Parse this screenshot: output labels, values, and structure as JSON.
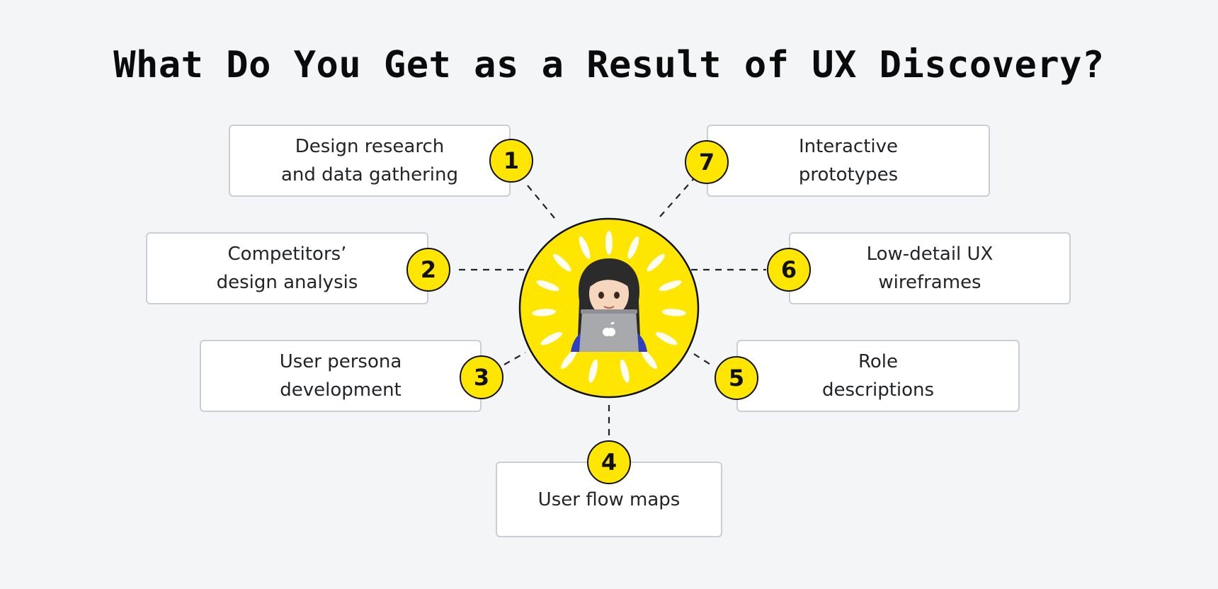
{
  "title": "What Do You Get as a Result of UX Discovery?",
  "colors": {
    "background": "#f3f5f7",
    "badge_fill": "#ffe600",
    "hub_fill": "#ffe600",
    "card_border": "#c9ced7",
    "ink": "#111111"
  },
  "center": {
    "icon": "woman-with-laptop-icon"
  },
  "items": [
    {
      "number": "1",
      "label": "Design research\nand data gathering"
    },
    {
      "number": "2",
      "label": "Competitors’\ndesign analysis"
    },
    {
      "number": "3",
      "label": "User persona\ndevelopment"
    },
    {
      "number": "4",
      "label": "User flow maps"
    },
    {
      "number": "5",
      "label": "Role\ndescriptions"
    },
    {
      "number": "6",
      "label": "Low-detail UX\nwireframes"
    },
    {
      "number": "7",
      "label": "Interactive\nprototypes"
    }
  ]
}
